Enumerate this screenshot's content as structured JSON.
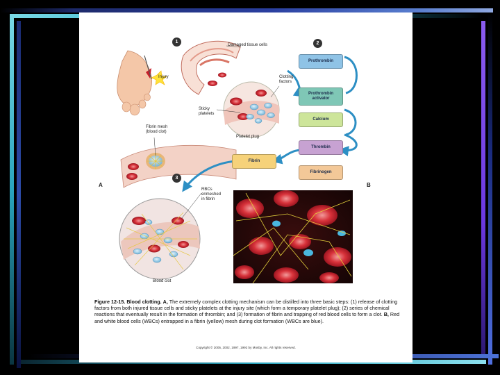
{
  "figure": {
    "step_badges": [
      "1",
      "2",
      "3"
    ],
    "panel_letters": [
      "A",
      "B"
    ],
    "labels": {
      "damaged_tissue": "Damaged tissue cells",
      "injury": "Injury",
      "clotting_factors": "Clotting factors",
      "sticky_platelets": "Sticky platelets",
      "platelet_plug": "Platelet plug",
      "fibrin_mesh": "Fibrin mesh (blood clot)",
      "rbcs_enmeshed": "RBCs enmeshed in fibrin",
      "blood_clot": "Blood clot"
    },
    "cascade": {
      "prothrombin": "Prothrombin",
      "prothrombin_activator": "Prothrombin activator",
      "calcium": "Calcium",
      "thrombin": "Thrombin",
      "fibrinogen": "Fibrinogen",
      "fibrin": "Fibrin"
    },
    "colors": {
      "prothrombin": "#8fc3e6",
      "prothrombin_activator": "#7fc7b6",
      "calcium": "#cde59a",
      "thrombin": "#c7a2d2",
      "fibrinogen": "#f3c898",
      "fibrin": "#f6d27a",
      "arrow": "#2d8fc4"
    }
  },
  "caption": {
    "title": "Figure 12-15. Blood clotting.",
    "part_a": "A,",
    "body_a": " The extremely complex clotting mechanism can be distilled into three basic steps: (1) release of clotting factors from both injured tissue cells and sticky platelets at the injury site (which form a temporary platelet plug); (2) series of chemical reactions that eventually result in the formation of thrombin; and (3) formation of fibrin and trapping of red blood cells to form a clot.",
    "part_b": "B,",
    "body_b": " Red and white blood cells (WBCs) entrapped in a fibrin (yellow) mesh during clot formation (WBCs are blue)."
  },
  "copyright": "Copyright © 2005, 2002, 1997, 1992 by Mosby, Inc. All rights reserved."
}
